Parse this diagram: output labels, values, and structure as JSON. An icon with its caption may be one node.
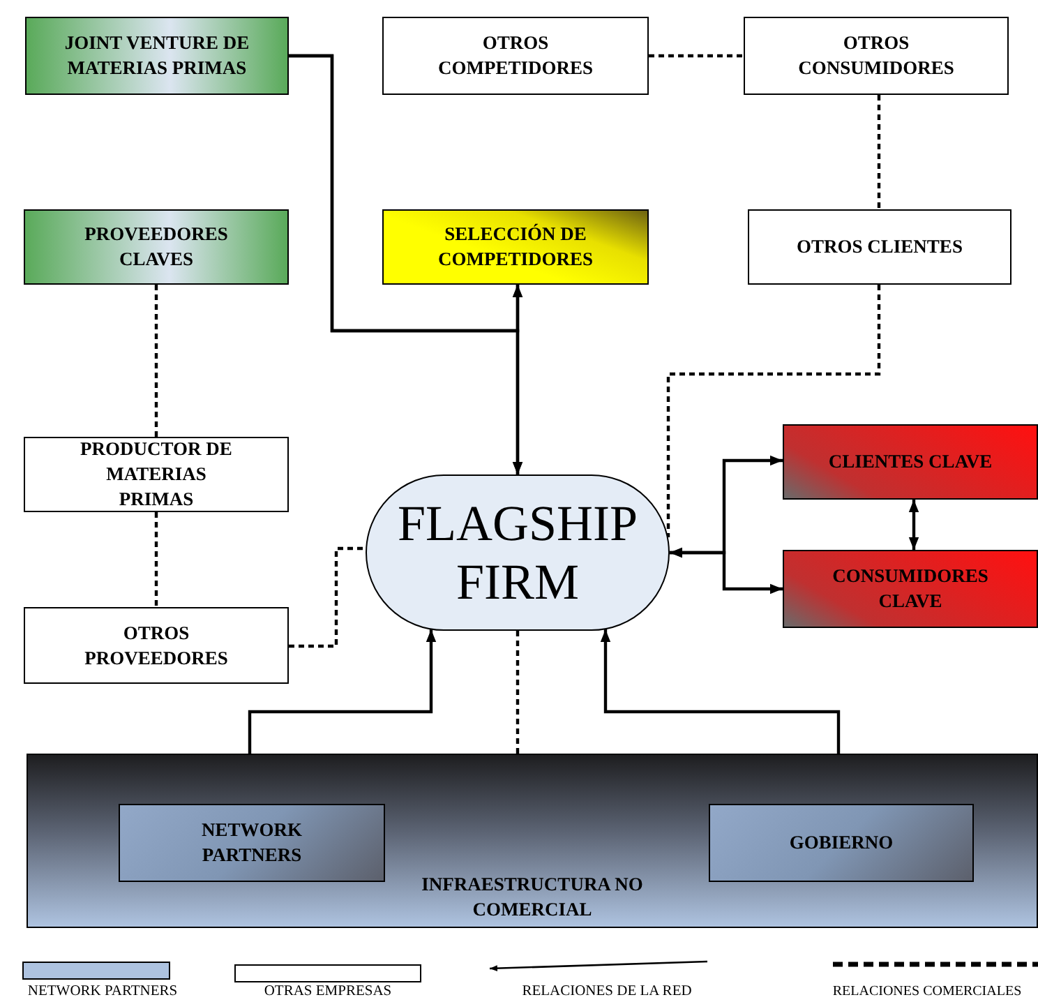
{
  "diagram": {
    "nodes": [
      {
        "text": [
          "JOINT VENTURE DE MATERIAS PRIMAS"
        ]
      },
      {
        "text": [
          "OTROS COMPETIDORES"
        ]
      },
      {
        "text": [
          "OTROS CONSUMIDORES"
        ]
      },
      {
        "text": [
          "PROVEEDORES CLAVES"
        ]
      },
      {
        "text": [
          "SELECCIÓN DE COMPETIDORES"
        ]
      },
      {
        "text": [
          "OTROS CLIENTES"
        ]
      },
      {
        "text": [
          "PRODUCTOR DE MATERIAS PRIMAS"
        ]
      },
      {
        "text": [
          "FLAGSHIP FIRM"
        ]
      },
      {
        "text": [
          "CLIENTES CLAVE"
        ]
      },
      {
        "text": [
          "CONSUMIDORES CLAVE"
        ]
      },
      {
        "text": [
          "OTROS PROVEEDORES"
        ]
      },
      {
        "text": [
          "INFRAESTRUCTURA NO COMERCIAL"
        ]
      },
      {
        "text": [
          "NETWORK PARTNERS"
        ],
        "in": 11
      },
      {
        "text": [
          "GOBIERNO"
        ],
        "in": 11
      }
    ],
    "edges": [
      {
        "from": 0,
        "to": 7,
        "arrow": "to"
      },
      {
        "from": 0,
        "to": 4,
        "arrow": "to"
      },
      {
        "from": 4,
        "to": 7,
        "arrow": "both"
      },
      {
        "from": 1,
        "to": 2,
        "arrow": "none",
        "style": "dashed"
      },
      {
        "from": 2,
        "to": 5,
        "arrow": "none",
        "style": "dashed"
      },
      {
        "from": 5,
        "to": 7,
        "arrow": "none",
        "style": "dashed"
      },
      {
        "from": 3,
        "to": 6,
        "arrow": "none",
        "style": "dashed"
      },
      {
        "from": 6,
        "to": 10,
        "arrow": "none",
        "style": "dashed"
      },
      {
        "from": 10,
        "to": 7,
        "arrow": "none",
        "style": "dashed"
      },
      {
        "from": 7,
        "to": 8,
        "arrow": "both"
      },
      {
        "from": 7,
        "to": 9,
        "arrow": "both"
      },
      {
        "from": 8,
        "to": 9,
        "arrow": "both"
      },
      {
        "from": 12,
        "to": 7,
        "arrow": "to"
      },
      {
        "from": 13,
        "to": 7,
        "arrow": "to"
      },
      {
        "from": 7,
        "to": 11,
        "arrow": "none",
        "style": "dashed"
      }
    ],
    "legend": [
      {
        "text": "NETWORK  PARTNERS",
        "color": "#aec3e0"
      },
      {
        "text": "OTRAS EMPRESAS",
        "color": "#ffffff"
      },
      {
        "text": "RELACIONES DE LA RED"
      },
      {
        "text": "RELACIONES COMERCIALES"
      }
    ]
  }
}
